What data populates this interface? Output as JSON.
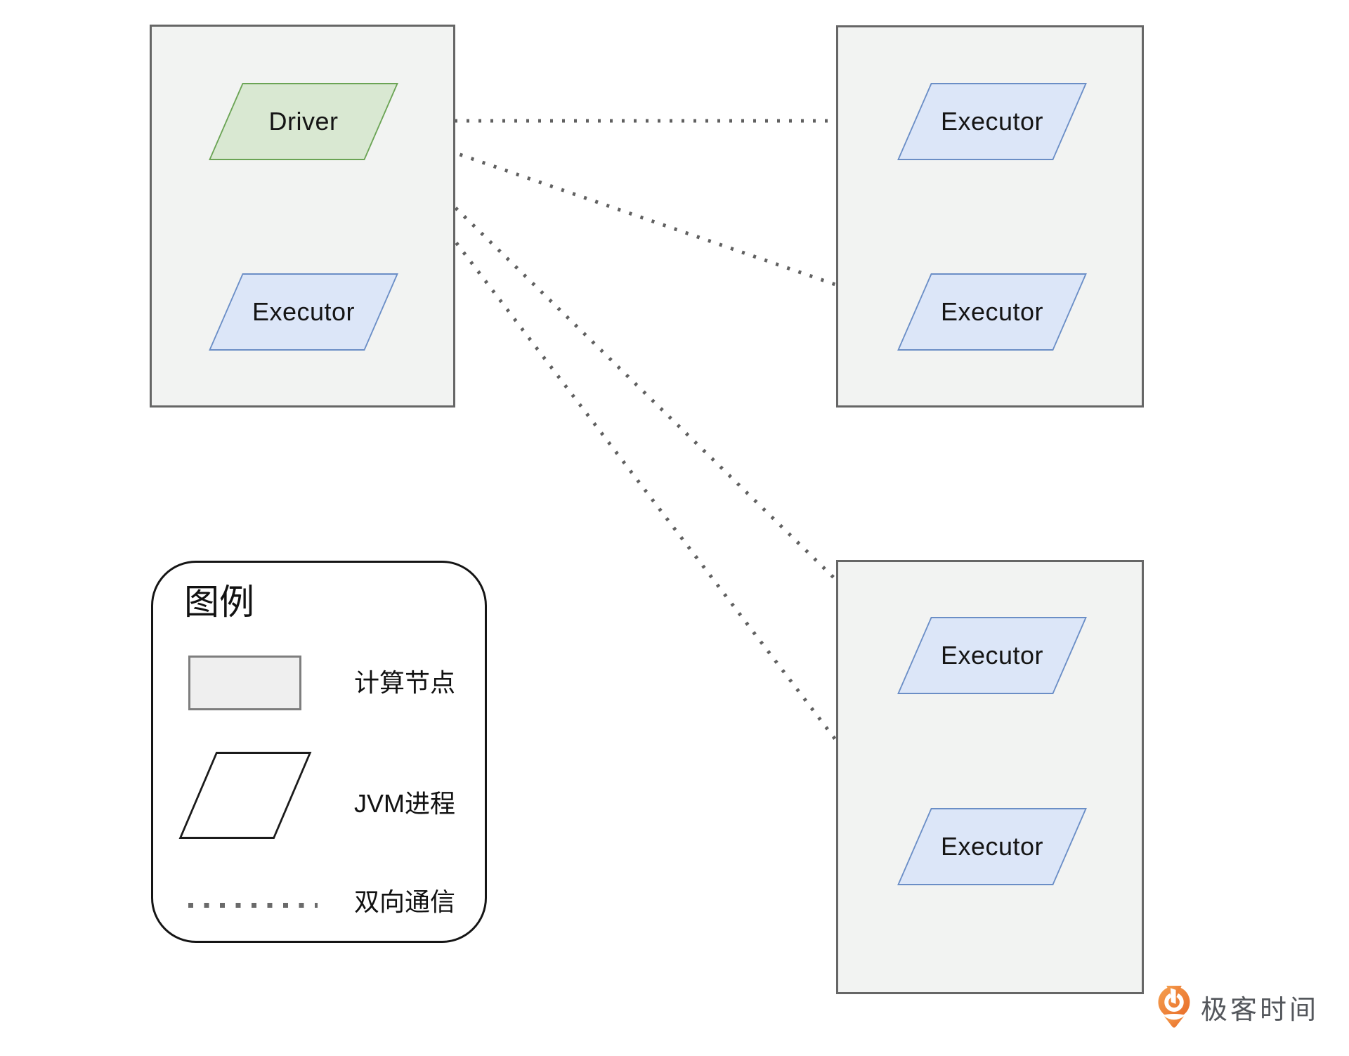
{
  "diagram": {
    "nodes": [
      {
        "name": "compute-node-1",
        "shapes": [
          {
            "kind": "driver",
            "label": "Driver"
          },
          {
            "kind": "executor",
            "label": "Executor"
          }
        ]
      },
      {
        "name": "compute-node-2",
        "shapes": [
          {
            "kind": "executor",
            "label": "Executor"
          },
          {
            "kind": "executor",
            "label": "Executor"
          }
        ]
      },
      {
        "name": "compute-node-3",
        "shapes": [
          {
            "kind": "executor",
            "label": "Executor"
          },
          {
            "kind": "executor",
            "label": "Executor"
          }
        ]
      }
    ],
    "connections": [
      {
        "from": "driver",
        "to": "node1-executor",
        "style": "dotted-bidirectional"
      },
      {
        "from": "driver",
        "to": "node2-executor-1",
        "style": "dotted-bidirectional"
      },
      {
        "from": "driver",
        "to": "node2-executor-2",
        "style": "dotted-bidirectional"
      },
      {
        "from": "driver",
        "to": "node3-executor-1",
        "style": "dotted-bidirectional"
      },
      {
        "from": "driver",
        "to": "node3-executor-2",
        "style": "dotted-bidirectional"
      }
    ],
    "colors": {
      "node_fill": "#f2f3f2",
      "node_border": "#666666",
      "driver_fill": "#d9e8d2",
      "driver_border": "#6ba455",
      "executor_fill": "#dce6f8",
      "executor_border": "#6b8ec6",
      "connector": "#606060"
    }
  },
  "legend": {
    "title": "图例",
    "items": [
      {
        "symbol": "compute-node-rect",
        "label": "计算节点"
      },
      {
        "symbol": "jvm-parallelogram",
        "label": "JVM进程"
      },
      {
        "symbol": "dotted-line",
        "label": "双向通信"
      }
    ]
  },
  "footer": {
    "brand": "极客时间",
    "brand_color": "#54575c",
    "logo_color": "#ed7335"
  }
}
